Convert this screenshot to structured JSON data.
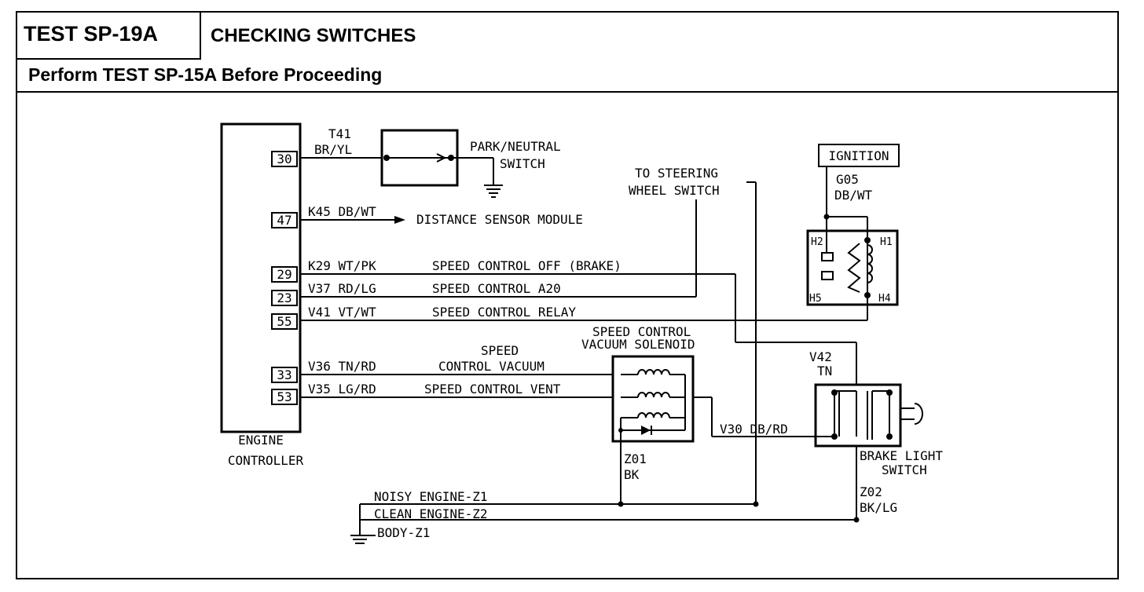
{
  "header": {
    "test_id": "TEST SP-19A",
    "title": "CHECKING SWITCHES",
    "subtitle": "Perform TEST SP-15A Before Proceeding"
  },
  "controller": {
    "label_line1": "ENGINE",
    "label_line2": "CONTROLLER",
    "pins": [
      "30",
      "47",
      "29",
      "23",
      "55",
      "33",
      "53"
    ]
  },
  "wires": {
    "t41_id": "T41",
    "t41_color": "BR/YL",
    "k45": "K45 DB/WT",
    "k29": "K29 WT/PK",
    "v37": "V37 RD/LG",
    "v41": "V41 VT/WT",
    "v36": "V36 TN/RD",
    "v35": "V35 LG/RD",
    "v30": "V30 DB/RD",
    "g05_id": "G05",
    "g05_color": "DB/WT",
    "v42_id": "V42",
    "v42_color": "TN",
    "z01_id": "Z01",
    "z01_color": "BK",
    "z02_id": "Z02",
    "z02_color": "BK/LG"
  },
  "circuits": {
    "k45": "DISTANCE SENSOR MODULE",
    "k29": "SPEED CONTROL OFF (BRAKE)",
    "v37": "SPEED CONTROL A20",
    "v41": "SPEED CONTROL RELAY",
    "v36_line1": "SPEED",
    "v36_line2": "CONTROL VACUUM",
    "v35": "SPEED CONTROL VENT"
  },
  "components": {
    "park_neutral_line1": "PARK/NEUTRAL",
    "park_neutral_line2": "SWITCH",
    "steering_line1": "TO STEERING",
    "steering_line2": "WHEEL SWITCH",
    "ignition": "IGNITION",
    "relay_h1": "H1",
    "relay_h2": "H2",
    "relay_h4": "H4",
    "relay_h5": "H5",
    "solenoid_line1": "SPEED CONTROL",
    "solenoid_line2": "VACUUM SOLENOID",
    "brake_line1": "BRAKE LIGHT",
    "brake_line2": "SWITCH"
  },
  "grounds": {
    "noisy": "NOISY ENGINE-Z1",
    "clean": "CLEAN ENGINE-Z2",
    "body": "BODY-Z1"
  }
}
